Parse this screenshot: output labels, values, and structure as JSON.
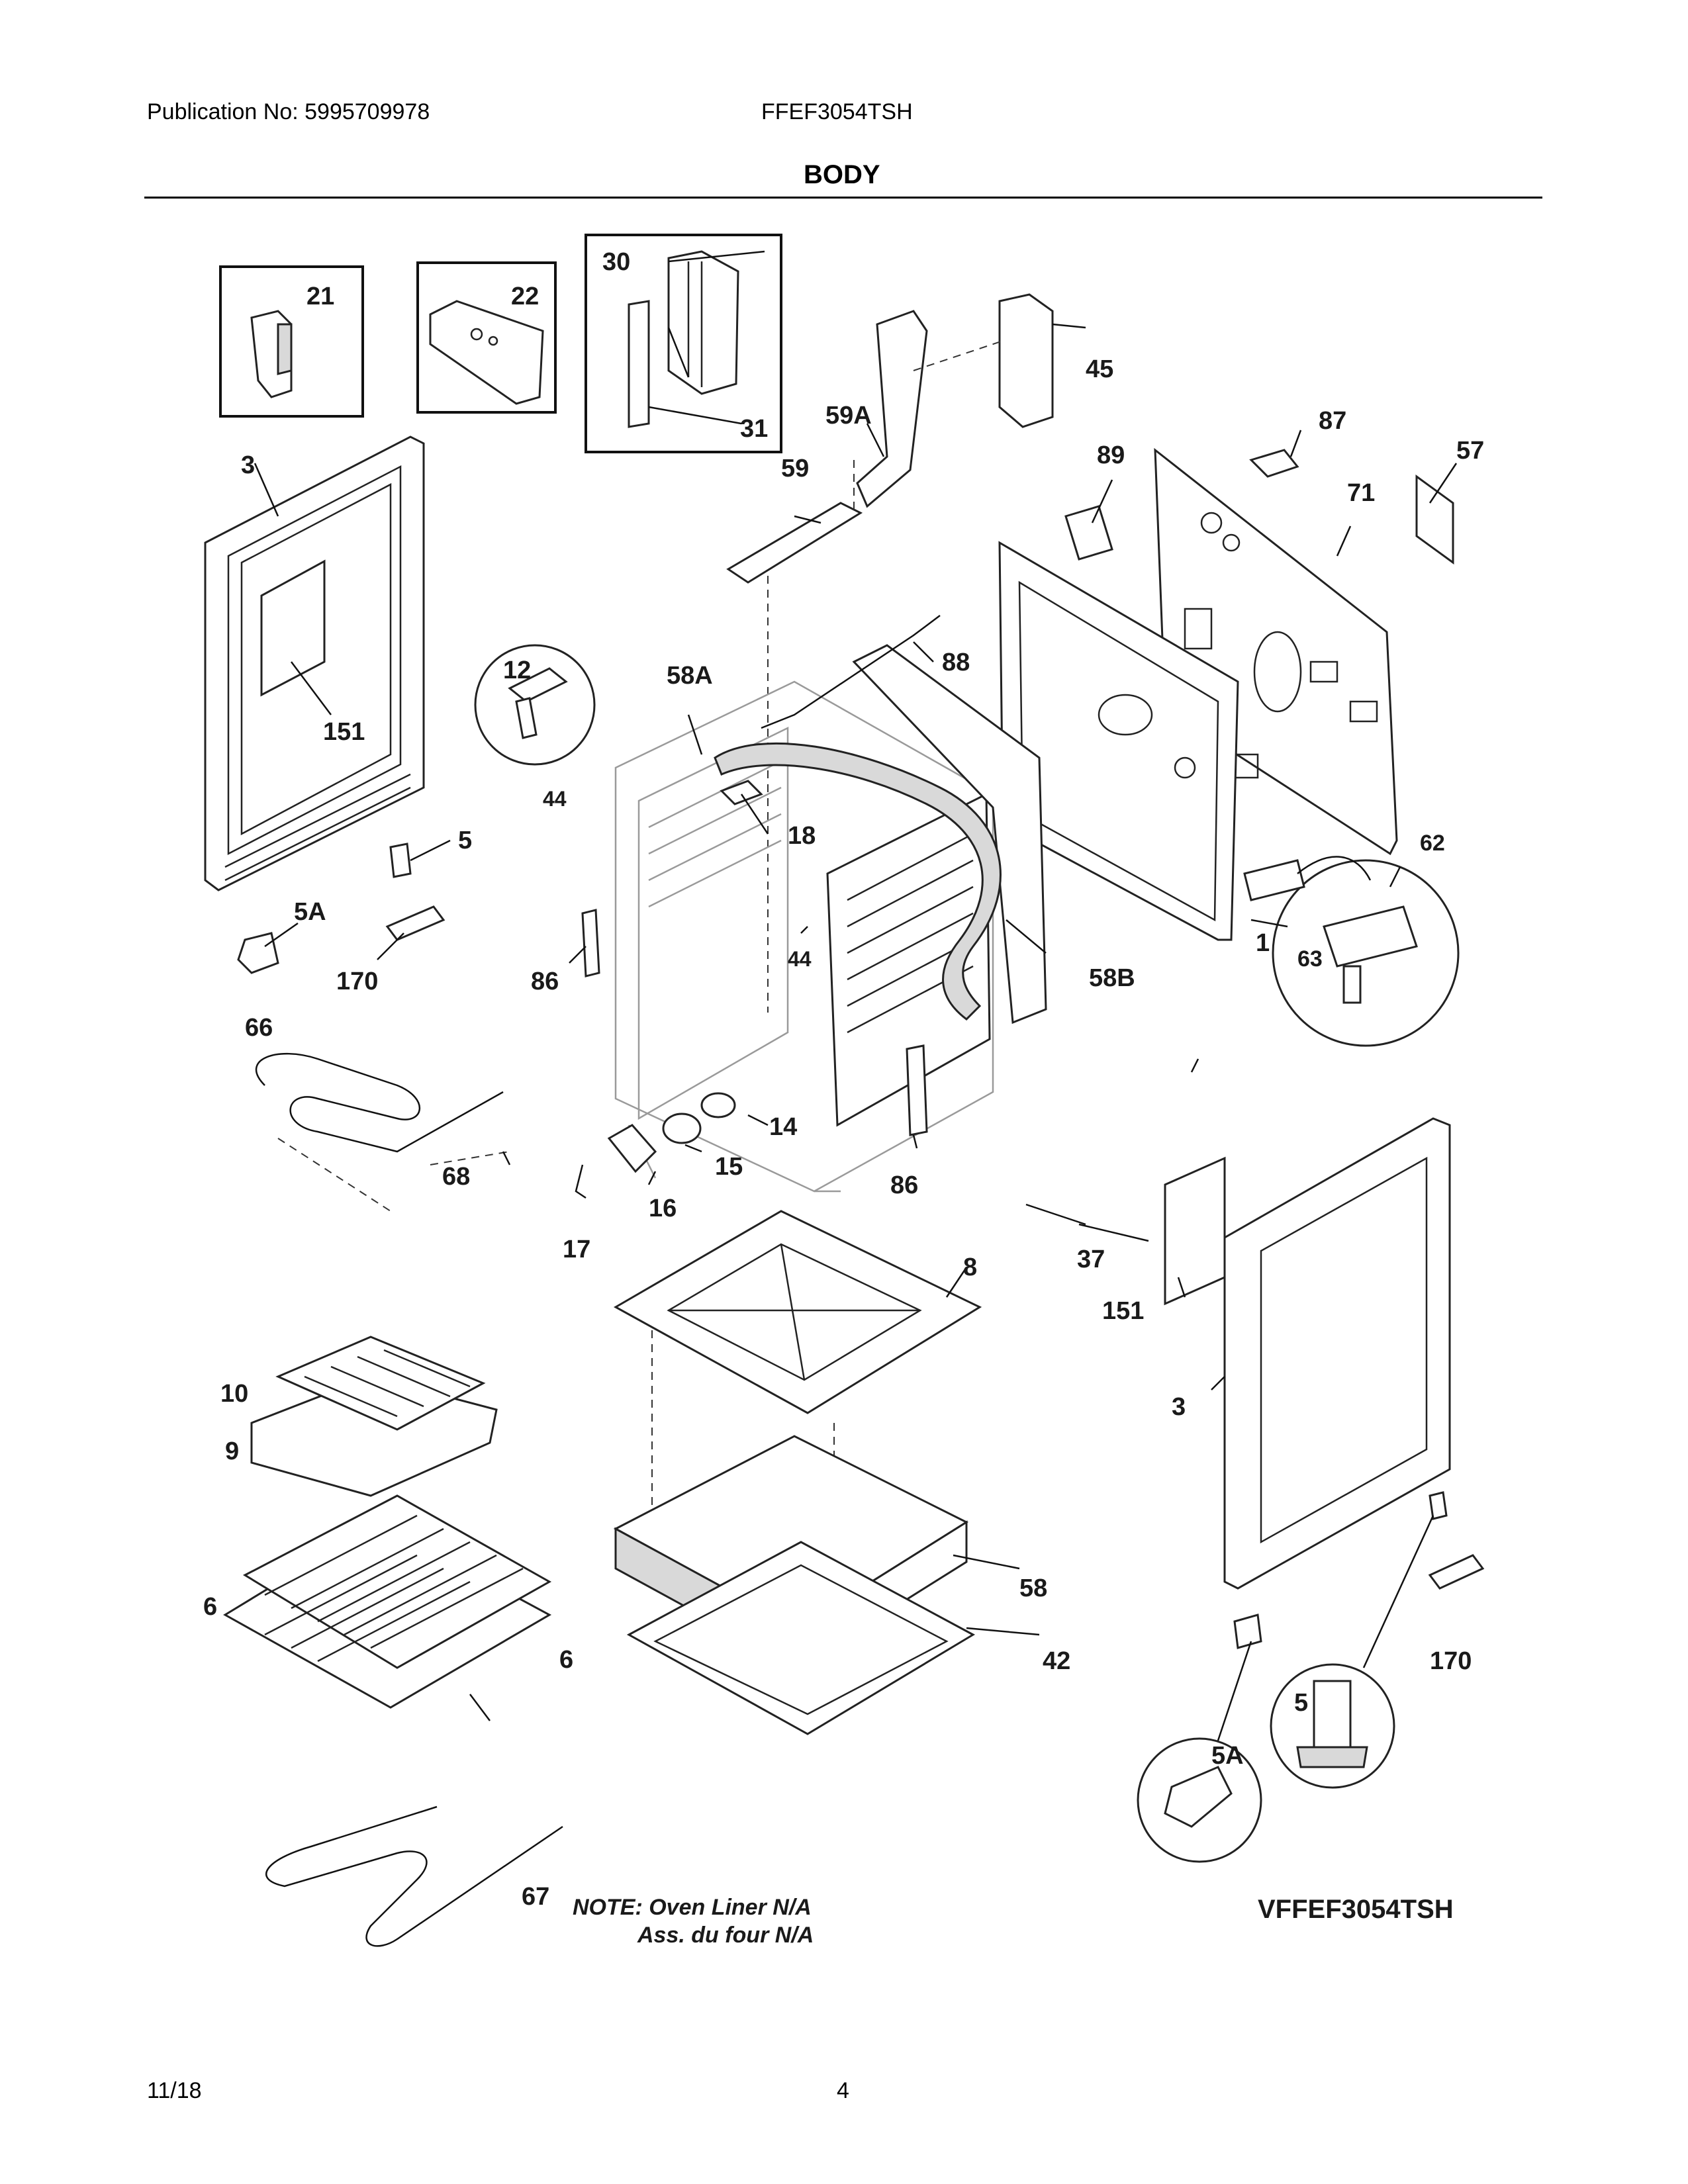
{
  "header": {
    "publication": "Publication No: 5995709978",
    "model": "FFEF3054TSH",
    "section": "BODY"
  },
  "callouts": {
    "c21": "21",
    "c22": "22",
    "c30": "30",
    "c31": "31",
    "c45": "45",
    "c59A": "59A",
    "c59": "59",
    "c3a": "3",
    "c151a": "151",
    "c87": "87",
    "c89": "89",
    "c71": "71",
    "c57": "57",
    "c12": "12",
    "c58A": "58A",
    "c88": "88",
    "c44a": "44",
    "c18": "18",
    "c5a": "5",
    "c5Aa": "5A",
    "c170a": "170",
    "c86a": "86",
    "c44b": "44",
    "c58B": "58B",
    "c62": "62",
    "c1": "1",
    "c63": "63",
    "c66": "66",
    "c14": "14",
    "c15": "15",
    "c68": "68",
    "c16": "16",
    "c86b": "86",
    "c17": "17",
    "c8": "8",
    "c37": "37",
    "c151b": "151",
    "c10": "10",
    "c9": "9",
    "c3b": "3",
    "c6a": "6",
    "c58": "58",
    "c6b": "6",
    "c42": "42",
    "c170b": "170",
    "c5b": "5",
    "c5Ab": "5A",
    "c67": "67"
  },
  "note": {
    "line1": "NOTE: Oven Liner N/A",
    "line2": "Ass. du four N/A"
  },
  "diagram_code": "VFFEF3054TSH",
  "footer": {
    "date": "11/18",
    "page": "4"
  }
}
